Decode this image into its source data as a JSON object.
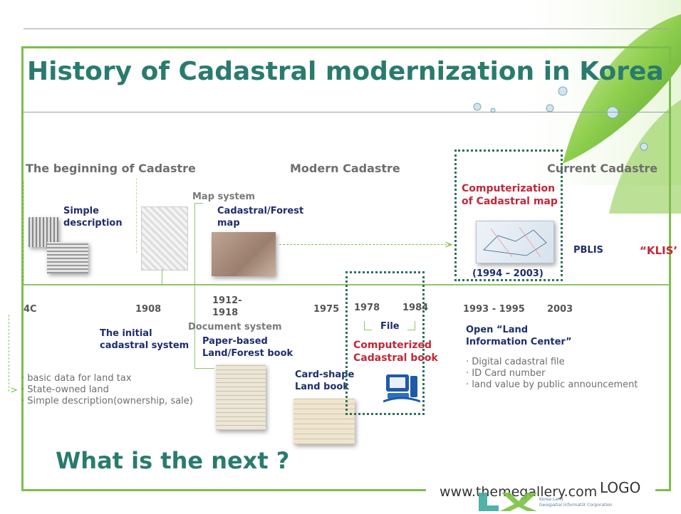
{
  "slide": {
    "title": "History of Cadastral modernization in Korea",
    "eras": {
      "beginning": "The beginning of Cadastre",
      "modern": "Modern Cadastre",
      "current": "Current Cadastre"
    },
    "upper": {
      "simple_description": "Simple\ndescription",
      "map_system": "Map system",
      "cadastral_forest_map": "Cadastral/Forest\nmap",
      "computerization": "Computerization\nof Cadastral map",
      "computerization_years": "(1994 – 2003)",
      "pblis": "PBLIS",
      "klis": "“KLIS’"
    },
    "years": {
      "y4c": "4C",
      "y1908": "1908",
      "y1912": "1912-\n1918",
      "y1975": "1975",
      "y1978": "1978",
      "y1984": "1984",
      "y1993": "1993 - 1995",
      "y2003": "2003"
    },
    "lower": {
      "initial_system": "The initial\ncadastral system",
      "document_system": "Document system",
      "paper_book": "Paper-based\nLand/Forest book",
      "card_book": "Card-shape\nLand book",
      "file": "File",
      "computerized_book": "Computerized\nCadastral book",
      "open_center": "Open “Land\nInformation Center”"
    },
    "notes_left": [
      "· basic data for land tax",
      "· State-owned land",
      "· Simple description(ownership, sale)"
    ],
    "notes_right": [
      "· Digital cadastral file",
      "· ID Card number",
      "· land value by public announcement"
    ],
    "next_question": "What is the next ?",
    "footer": {
      "website": "www.themegallery.com",
      "logo_text": "LOGO",
      "lx_org_line1": "Korea Land",
      "lx_org_line2": "Geospatial InformatiX Corporation"
    }
  },
  "colors": {
    "title": "#2a7b6d",
    "accent_green": "#7bbf4a",
    "red": "#c0283a",
    "navy": "#1e2d6e"
  }
}
